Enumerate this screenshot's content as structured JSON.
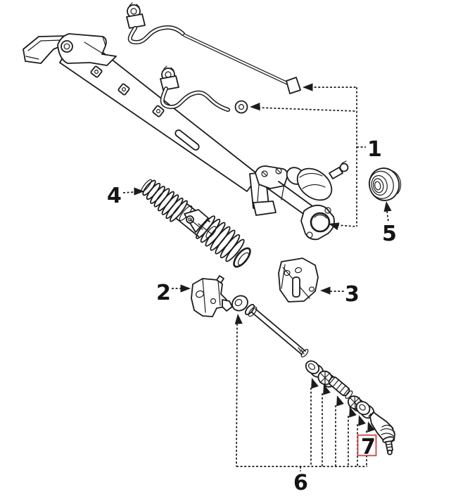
{
  "diagram": {
    "type": "exploded-parts-diagram",
    "subject": "steering rack and pinion assembly",
    "background_color": "#ffffff",
    "line_color": "#1c1c1c",
    "highlight_color": "#cc4444",
    "callouts": [
      {
        "label": "1",
        "part": "rack-and-pinion-assembly-with-hydraulic-lines",
        "highlighted": false
      },
      {
        "label": "2",
        "part": "mounting-bracket-left",
        "highlighted": false
      },
      {
        "label": "3",
        "part": "mounting-bracket-right",
        "highlighted": false
      },
      {
        "label": "4",
        "part": "steering-rack-boot-bellows",
        "highlighted": false
      },
      {
        "label": "5",
        "part": "mounting-grommet",
        "highlighted": false
      },
      {
        "label": "6",
        "part": "inner-tie-rod-and-hardware",
        "highlighted": false
      },
      {
        "label": "7",
        "part": "outer-tie-rod-end",
        "highlighted": true
      }
    ]
  }
}
